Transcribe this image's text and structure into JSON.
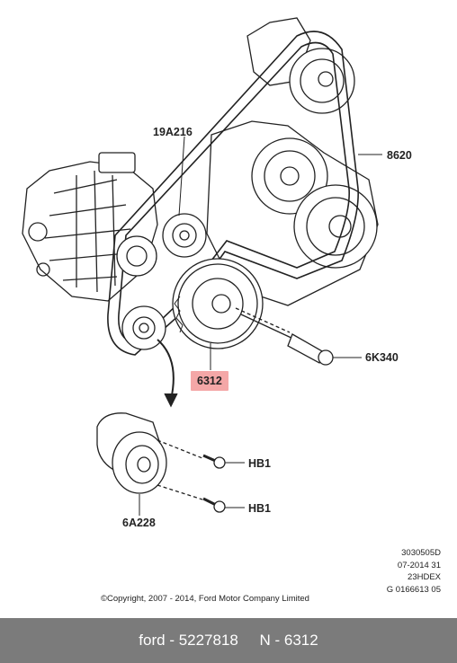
{
  "callouts": {
    "belt_idler": "19A216",
    "belt": "8620",
    "crank_pulley": "6312",
    "bolt": "6K340",
    "tensioner": "6A228",
    "hb1_upper": "HB1",
    "hb1_lower": "HB1"
  },
  "highlight_color": "#f4a7a7",
  "meta_lines": [
    "3030505D",
    "07-2014 31",
    "23HDEX",
    "G 0166613 05"
  ],
  "copyright": "©Copyright, 2007 - 2014, Ford Motor Company Limited",
  "footer": "ford - 5227818     N - 6312"
}
